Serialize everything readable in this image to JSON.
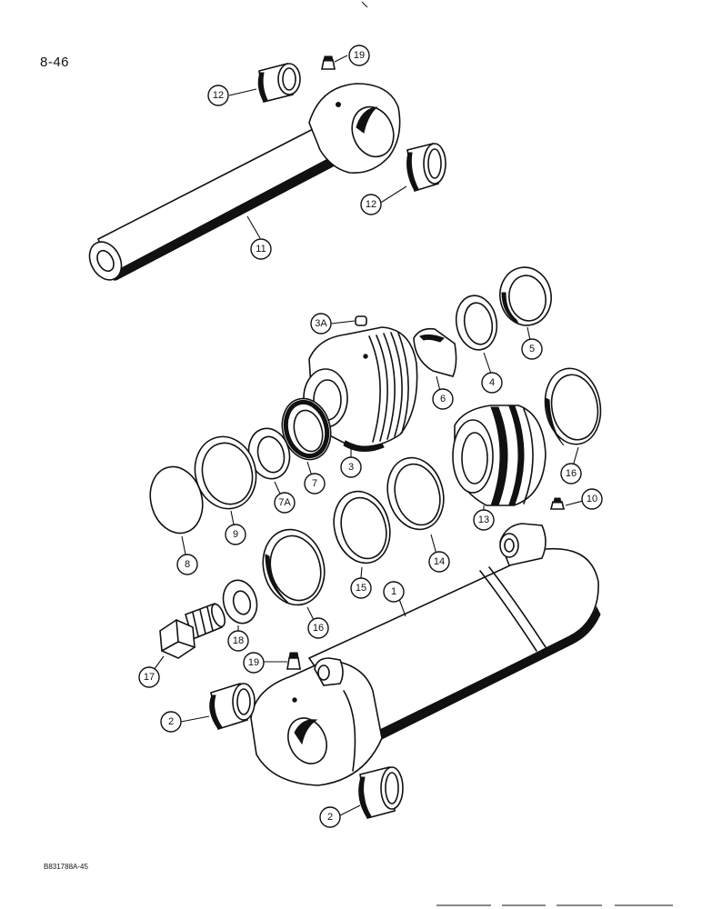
{
  "page_number": "8-46",
  "figure_code": "B831788A-45",
  "callouts": [
    {
      "id": "c19a",
      "label": "19"
    },
    {
      "id": "c12a",
      "label": "12"
    },
    {
      "id": "c12b",
      "label": "12"
    },
    {
      "id": "c11",
      "label": "11"
    },
    {
      "id": "c3a",
      "label": "3A"
    },
    {
      "id": "c5",
      "label": "5"
    },
    {
      "id": "c4",
      "label": "4"
    },
    {
      "id": "c6",
      "label": "6"
    },
    {
      "id": "c3",
      "label": "3"
    },
    {
      "id": "c7",
      "label": "7"
    },
    {
      "id": "c7a",
      "label": "7A"
    },
    {
      "id": "c9",
      "label": "9"
    },
    {
      "id": "c8",
      "label": "8"
    },
    {
      "id": "c16a",
      "label": "16"
    },
    {
      "id": "c13",
      "label": "13"
    },
    {
      "id": "c10",
      "label": "10"
    },
    {
      "id": "c14",
      "label": "14"
    },
    {
      "id": "c15",
      "label": "15"
    },
    {
      "id": "c1",
      "label": "1"
    },
    {
      "id": "c16b",
      "label": "16"
    },
    {
      "id": "c18",
      "label": "18"
    },
    {
      "id": "c17",
      "label": "17"
    },
    {
      "id": "c19b",
      "label": "19"
    },
    {
      "id": "c2a",
      "label": "2"
    },
    {
      "id": "c2b",
      "label": "2"
    }
  ]
}
